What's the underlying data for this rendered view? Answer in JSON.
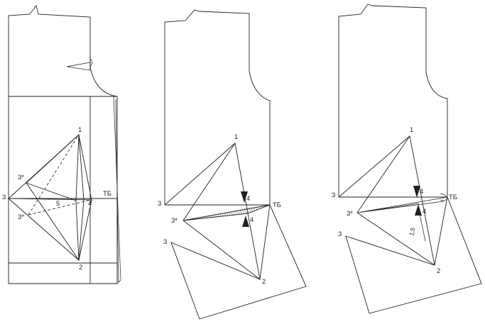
{
  "labels": {
    "p1": "1",
    "p2": "2",
    "p3": "3",
    "p3s": "3*",
    "p4": "4",
    "tb": "ТБ",
    "five": "5",
    "one_five": "1,5"
  }
}
